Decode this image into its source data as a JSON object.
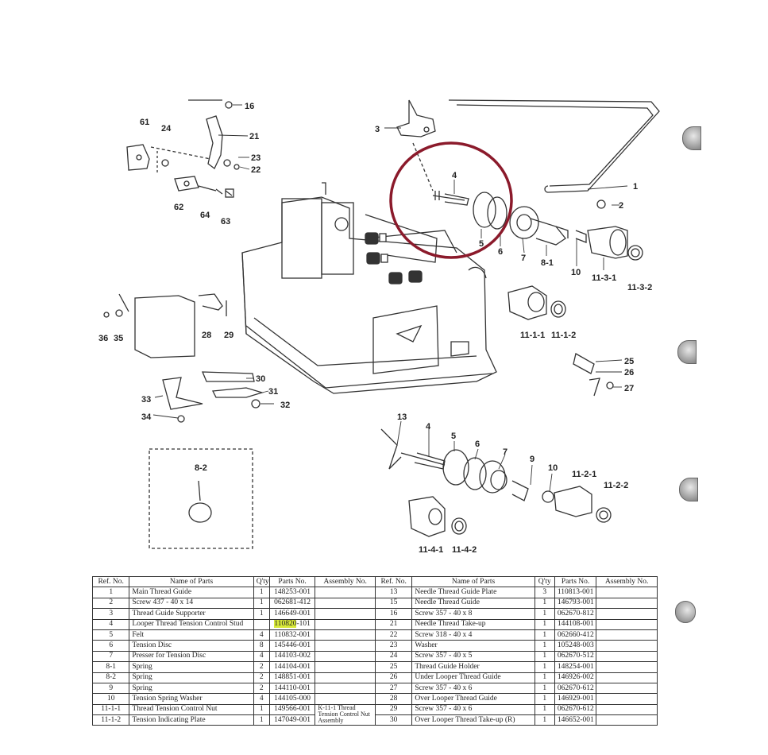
{
  "diagram": {
    "callouts": [
      {
        "id": "c16",
        "text": "16"
      },
      {
        "id": "c61",
        "text": "61"
      },
      {
        "id": "c24",
        "text": "24"
      },
      {
        "id": "c21",
        "text": "21"
      },
      {
        "id": "c23",
        "text": "23"
      },
      {
        "id": "c22",
        "text": "22"
      },
      {
        "id": "c62",
        "text": "62"
      },
      {
        "id": "c64",
        "text": "64"
      },
      {
        "id": "c63",
        "text": "63"
      },
      {
        "id": "c3",
        "text": "3"
      },
      {
        "id": "c4",
        "text": "4"
      },
      {
        "id": "c1",
        "text": "1"
      },
      {
        "id": "c2",
        "text": "2"
      },
      {
        "id": "c5",
        "text": "5"
      },
      {
        "id": "c6",
        "text": "6"
      },
      {
        "id": "c7",
        "text": "7"
      },
      {
        "id": "c81",
        "text": "8-1"
      },
      {
        "id": "c10",
        "text": "10"
      },
      {
        "id": "c1131",
        "text": "11-3-1"
      },
      {
        "id": "c1132",
        "text": "11-3-2"
      },
      {
        "id": "c1111",
        "text": "11-1-1"
      },
      {
        "id": "c1112",
        "text": "11-1-2"
      },
      {
        "id": "c36",
        "text": "36"
      },
      {
        "id": "c35",
        "text": "35"
      },
      {
        "id": "c28",
        "text": "28"
      },
      {
        "id": "c29",
        "text": "29"
      },
      {
        "id": "c30",
        "text": "30"
      },
      {
        "id": "c31",
        "text": "31"
      },
      {
        "id": "c33",
        "text": "33"
      },
      {
        "id": "c32",
        "text": "32"
      },
      {
        "id": "c34",
        "text": "34"
      },
      {
        "id": "c25",
        "text": "25"
      },
      {
        "id": "c26",
        "text": "26"
      },
      {
        "id": "c27",
        "text": "27"
      },
      {
        "id": "c13",
        "text": "13"
      },
      {
        "id": "c4b",
        "text": "4"
      },
      {
        "id": "c5b",
        "text": "5"
      },
      {
        "id": "c6b",
        "text": "6"
      },
      {
        "id": "c7b",
        "text": "7"
      },
      {
        "id": "c9",
        "text": "9"
      },
      {
        "id": "c10b",
        "text": "10"
      },
      {
        "id": "c1121",
        "text": "11-2-1"
      },
      {
        "id": "c1122",
        "text": "11-2-2"
      },
      {
        "id": "c82",
        "text": "8-2"
      },
      {
        "id": "c1141",
        "text": "11-4-1"
      },
      {
        "id": "c1142",
        "text": "11-4-2"
      }
    ],
    "highlight_circle_color": "#8b1a2b",
    "highlight_text_color": "#d8ea3a"
  },
  "table": {
    "headers": {
      "ref": "Ref. No.",
      "name": "Name of Parts",
      "qty": "Q'ty",
      "parts": "Parts No.",
      "assembly": "Assembly No."
    },
    "left": [
      {
        "ref": "1",
        "name": "Main  Thread  Guide",
        "qty": "1",
        "parts": "148253-001"
      },
      {
        "ref": "2",
        "name": "Screw  437  -  40 x 14",
        "qty": "1",
        "parts": "062681-412"
      },
      {
        "ref": "3",
        "name": "Thread  Guide  Supporter",
        "qty": "1",
        "parts": "146649-001"
      },
      {
        "ref": "4",
        "name": "Looper Thread Tension Control Stud",
        "qty": "",
        "parts_hl": "110820",
        "parts": "-101"
      },
      {
        "ref": "5",
        "name": "Felt",
        "qty": "4",
        "parts": "110832-001"
      },
      {
        "ref": "6",
        "name": "Tension  Disc",
        "qty": "8",
        "parts": "145446-001"
      },
      {
        "ref": "7",
        "name": "Presser  for  Tension  Disc",
        "qty": "4",
        "parts": "144103-002"
      },
      {
        "ref": "8-1",
        "name": "Spring",
        "qty": "2",
        "parts": "144104-001"
      },
      {
        "ref": "8-2",
        "name": "Spring",
        "qty": "2",
        "parts": "148851-001"
      },
      {
        "ref": "9",
        "name": "Spring",
        "qty": "2",
        "parts": "144110-001"
      },
      {
        "ref": "10",
        "name": "Tension  Spring  Washer",
        "qty": "4",
        "parts": "144105-000"
      },
      {
        "ref": "11-1-1",
        "name": "Thread  Tension  Control  Nut",
        "qty": "1",
        "parts": "149566-001"
      },
      {
        "ref": "11-1-2",
        "name": "Tension  Indicating  Plate",
        "qty": "1",
        "parts": "147049-001"
      }
    ],
    "assembly_note": "K-11-1 Thread Tension Control Nut Assembly",
    "right": [
      {
        "ref": "13",
        "name": "Needle  Thread  Guide  Plate",
        "qty": "3",
        "parts": "110813-001"
      },
      {
        "ref": "15",
        "name": "Needle  Thread  Guide",
        "qty": "1",
        "parts": "146793-001"
      },
      {
        "ref": "16",
        "name": "Screw  357  -  40 x 8",
        "qty": "1",
        "parts": "062670-812"
      },
      {
        "ref": "21",
        "name": "Needle  Thread  Take-up",
        "qty": "1",
        "parts": "144108-001"
      },
      {
        "ref": "22",
        "name": "Screw  318  -  40 x 4",
        "qty": "1",
        "parts": "062660-412"
      },
      {
        "ref": "23",
        "name": "Washer",
        "qty": "1",
        "parts": "105248-003"
      },
      {
        "ref": "24",
        "name": "Screw  357  -  40 x 5",
        "qty": "1",
        "parts": "062670-512"
      },
      {
        "ref": "25",
        "name": "Thread  Guide  Holder",
        "qty": "1",
        "parts": "148254-001"
      },
      {
        "ref": "26",
        "name": "Under  Looper  Thread  Guide",
        "qty": "1",
        "parts": "146926-002"
      },
      {
        "ref": "27",
        "name": "Screw  357  -  40 x 6",
        "qty": "1",
        "parts": "062670-612"
      },
      {
        "ref": "28",
        "name": "Over  Looper  Thread  Guide",
        "qty": "1",
        "parts": "146929-001"
      },
      {
        "ref": "29",
        "name": "Screw  357  -  40 x 6",
        "qty": "1",
        "parts": "062670-612"
      },
      {
        "ref": "30",
        "name": "Over  Looper  Thread  Take-up  (R)",
        "qty": "1",
        "parts": "146652-001"
      }
    ]
  }
}
